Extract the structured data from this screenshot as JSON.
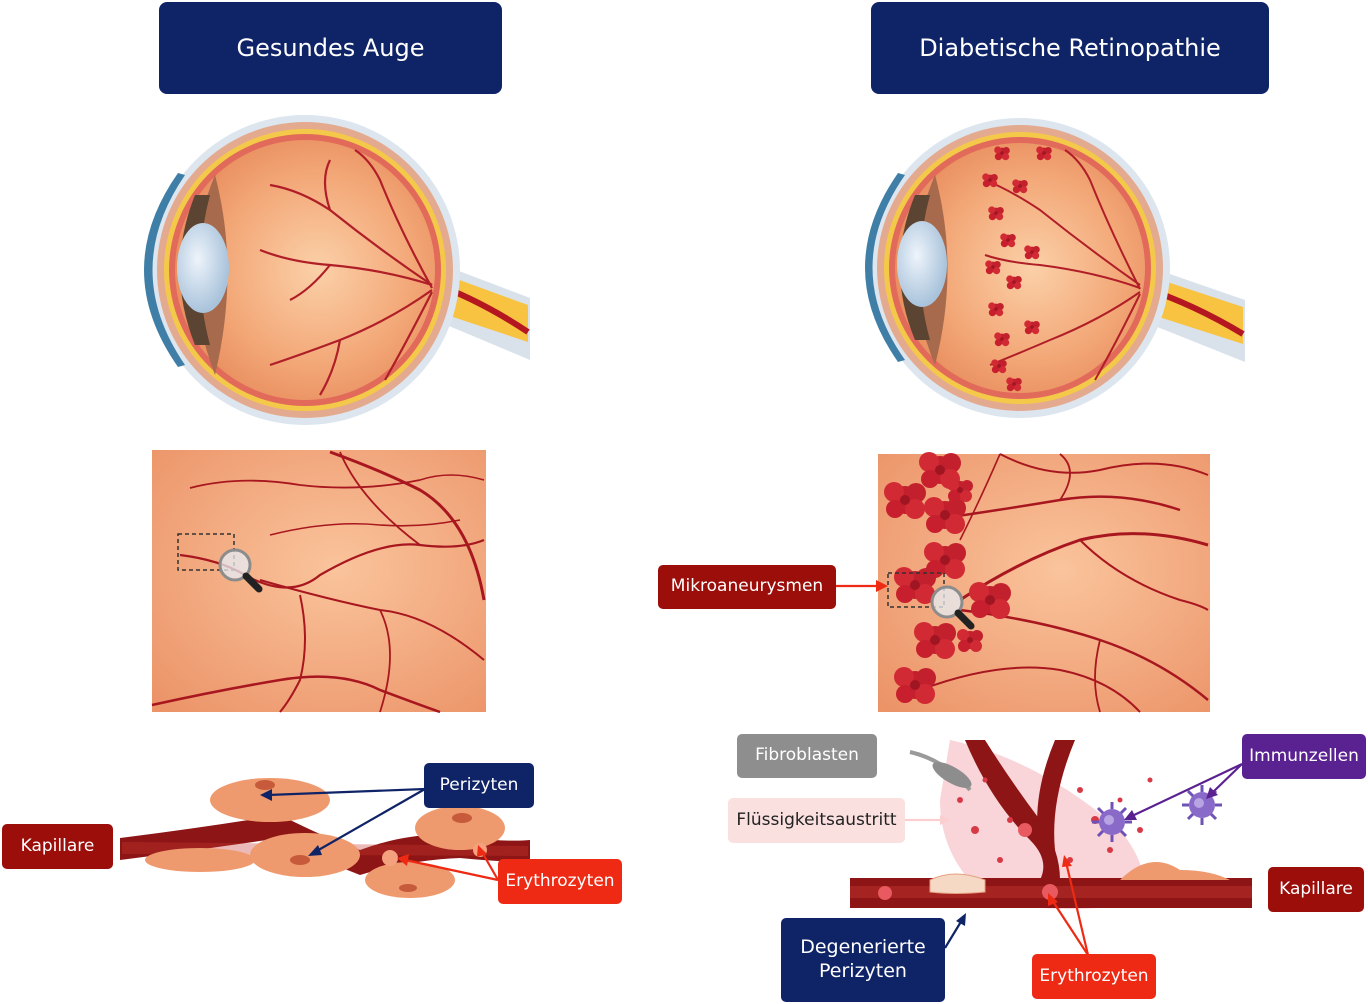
{
  "headers": {
    "healthy": "Gesundes Auge",
    "diabetic": "Diabetische Retinopathie"
  },
  "labels": {
    "left_capillary": "Kapillare",
    "left_pericytes": "Perizyten",
    "left_erythrocytes": "Erythrozyten",
    "microaneurysms": "Mikroaneurysmen",
    "fibroblasts": "Fibroblasten",
    "fluid_leak": "Flüssigkeitsaustritt",
    "immune_cells": "Immunzellen",
    "right_capillary": "Kapillare",
    "degenerated_pericytes_line1": "Degenerierte",
    "degenerated_pericytes_line2": "Perizyten",
    "right_erythrocytes": "Erythrozyten"
  },
  "colors": {
    "navy": "#0f2467",
    "red": "#ee2a14",
    "dark_red": "#9b0e0a",
    "gray": "#8e8e8e",
    "purple": "#5a2191",
    "pink": "#fbe0e0"
  }
}
